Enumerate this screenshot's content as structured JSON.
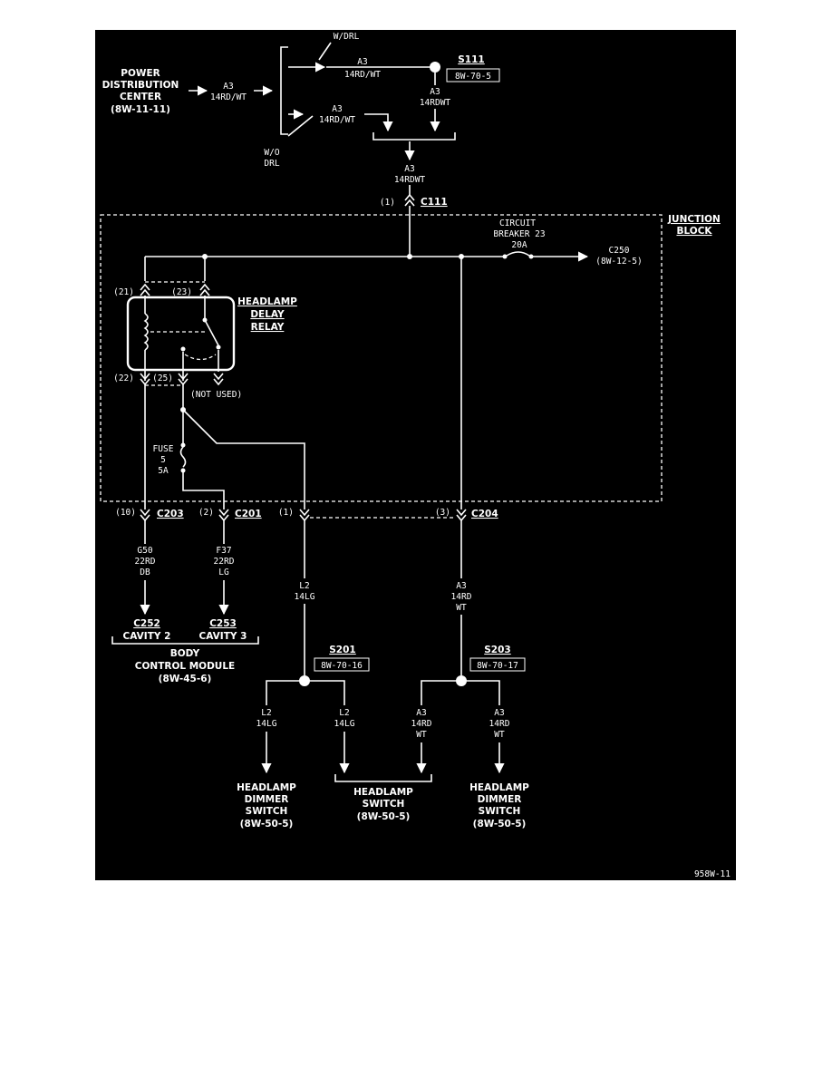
{
  "colors": {
    "background": "#000000",
    "lines": "#ffffff",
    "page": "#ffffff"
  },
  "figure_id": "958W-11",
  "pdc": {
    "line1": "POWER",
    "line2": "DISTRIBUTION",
    "line3": "CENTER",
    "ref": "(8W-11-11)",
    "wire_code": "A3",
    "wire_spec": "14RD/WT"
  },
  "drl": {
    "w_label": "W/DRL",
    "wo_line1": "W/O",
    "wo_line2": "DRL",
    "w_code": "A3",
    "w_spec": "14RD/WT",
    "wo_code": "A3",
    "wo_spec": "14RD/WT"
  },
  "s111": {
    "name": "S111",
    "ref": "8W-70-5",
    "code": "A3",
    "spec": "14RDWT"
  },
  "feed": {
    "code": "A3",
    "spec": "14RDWT"
  },
  "c111": {
    "pin": "(1)",
    "name": "C111"
  },
  "junction_block": {
    "line1": "JUNCTION",
    "line2": "BLOCK"
  },
  "circuit_breaker": {
    "line1": "CIRCUIT",
    "line2": "BREAKER 23",
    "rating": "20A"
  },
  "c250": {
    "name": "C250",
    "ref": "(8W-12-5)"
  },
  "relay": {
    "line1": "HEADLAMP",
    "line2": "DELAY",
    "line3": "RELAY",
    "pin_21": "(21)",
    "pin_23": "(23)",
    "pin_22": "(22)",
    "pin_25": "(25)",
    "not_used": "(NOT USED)"
  },
  "fuse": {
    "line1": "FUSE",
    "line2": "5",
    "line3": "5A"
  },
  "c203": {
    "pin": "(10)",
    "name": "C203"
  },
  "c201": {
    "pin": "(2)",
    "name": "C201"
  },
  "c204": {
    "pin1": "(1)",
    "pin3": "(3)",
    "name": "C204"
  },
  "wire_g50": {
    "code": "G50",
    "spec": "22RD",
    "color": "DB"
  },
  "wire_f37": {
    "code": "F37",
    "spec": "22RD",
    "color": "LG"
  },
  "wire_l2": {
    "code": "L2",
    "spec": "14LG"
  },
  "wire_a3": {
    "code": "A3",
    "spec": "14RD",
    "color": "WT"
  },
  "bcm": {
    "c252": "C252",
    "cavity2": "CAVITY 2",
    "c253": "C253",
    "cavity3": "CAVITY 3",
    "line1": "BODY",
    "line2": "CONTROL MODULE",
    "ref": "(8W-45-6)"
  },
  "s201": {
    "name": "S201",
    "ref": "8W-70-16"
  },
  "s203": {
    "name": "S203",
    "ref": "8W-70-17"
  },
  "branch_l2": {
    "code": "L2",
    "spec": "14LG"
  },
  "branch_a3": {
    "code": "A3",
    "spec": "14RD",
    "color": "WT"
  },
  "dimmer_left": {
    "line1": "HEADLAMP",
    "line2": "DIMMER",
    "line3": "SWITCH",
    "ref": "(8W-50-5)"
  },
  "headlamp_switch": {
    "line1": "HEADLAMP",
    "line2": "SWITCH",
    "ref": "(8W-50-5)"
  },
  "dimmer_right": {
    "line1": "HEADLAMP",
    "line2": "DIMMER",
    "line3": "SWITCH",
    "ref": "(8W-50-5)"
  }
}
